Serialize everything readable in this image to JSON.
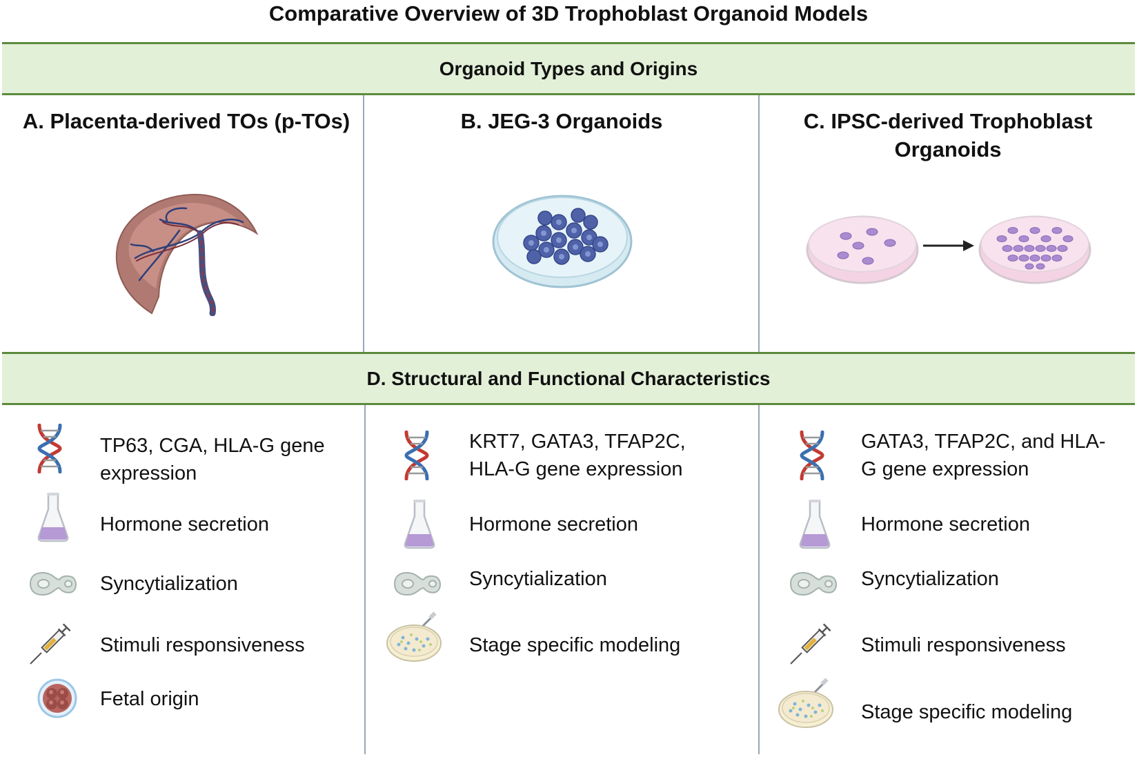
{
  "title": "Comparative Overview of 3D Trophoblast Organoid Models",
  "section_top": "Organoid Types and Origins",
  "section_bottom": "D. Structural and Functional Characteristics",
  "columns": [
    {
      "title": "A. Placenta-derived TOs (p-TOs)",
      "illustration": "placenta-icon",
      "features": [
        {
          "icon": "dna-icon",
          "text": "TP63, CGA, HLA-G gene expression"
        },
        {
          "icon": "flask-icon",
          "text": "Hormone secretion"
        },
        {
          "icon": "syncytium-cell-icon",
          "text": "Syncytialization"
        },
        {
          "icon": "syringe-icon",
          "text": "Stimuli responsiveness"
        },
        {
          "icon": "embryo-icon",
          "text": "Fetal origin"
        }
      ]
    },
    {
      "title": "B. JEG-3 Organoids",
      "illustration": "petri-dish-organoids-icon",
      "features": [
        {
          "icon": "dna-icon",
          "text": "KRT7, GATA3, TFAP2C, HLA-G gene expression"
        },
        {
          "icon": "flask-icon",
          "text": "Hormone secretion"
        },
        {
          "icon": "syncytium-cell-icon",
          "text": "Syncytialization"
        },
        {
          "icon": "culture-dish-icon",
          "text": "Stage specific modeling"
        }
      ]
    },
    {
      "title": "C. IPSC-derived Trophoblast Organoids",
      "illustration": "ipsc-differentiation-icon",
      "features": [
        {
          "icon": "dna-icon",
          "text": "GATA3, TFAP2C, and HLA-G gene expression"
        },
        {
          "icon": "flask-icon",
          "text": "Hormone secretion"
        },
        {
          "icon": "syncytium-cell-icon",
          "text": "Syncytialization"
        },
        {
          "icon": "syringe-icon",
          "text": "Stimuli responsiveness"
        },
        {
          "icon": "culture-dish-icon",
          "text": "Stage specific modeling"
        }
      ]
    }
  ],
  "colors": {
    "band_fill": "#e3f0d8",
    "band_border": "#5b8a3c",
    "divider": "#9aa6bb",
    "jeg3_cells": "#5566aa",
    "ipsc_cells": "#a98bd0",
    "placenta": "#b07a72"
  }
}
